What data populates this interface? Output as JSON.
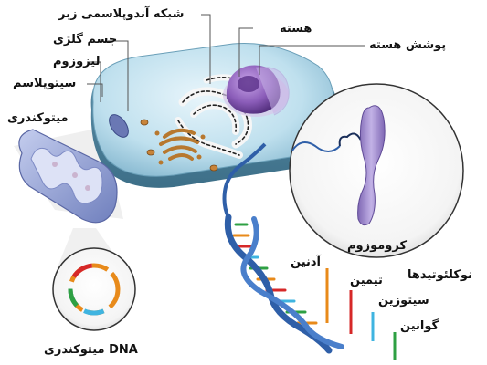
{
  "labels": {
    "rough_er": "شبکه آندوپلاسمی زبر",
    "nucleus": "هسته",
    "golgi": "جسم گلژی",
    "nuclear_envelope": "پوشش هسته",
    "lysosome": "لیزوزوم",
    "cytoplasm": "سیتوپلاسم",
    "mitochondrion": "میتوکندری",
    "chromosome": "کروموزوم",
    "nucleotides": "نوکلئوتیدها",
    "adenine": "آدنین",
    "thymine": "تیمین",
    "cytosine": "سیتوزین",
    "guanine": "گوانین",
    "mito_dna": "DNA میتوکندری"
  },
  "colors": {
    "cell_body": "#bfe0ee",
    "nucleus": "#7b4fa6",
    "mitochondrion": "#8e9cd0",
    "chromosome": "#a48fcf",
    "dna_backbone": "#2f5fa8",
    "adenine": "#e88a1a",
    "thymine": "#d62828",
    "cytosine": "#3fb4e0",
    "guanine": "#2ea043"
  }
}
